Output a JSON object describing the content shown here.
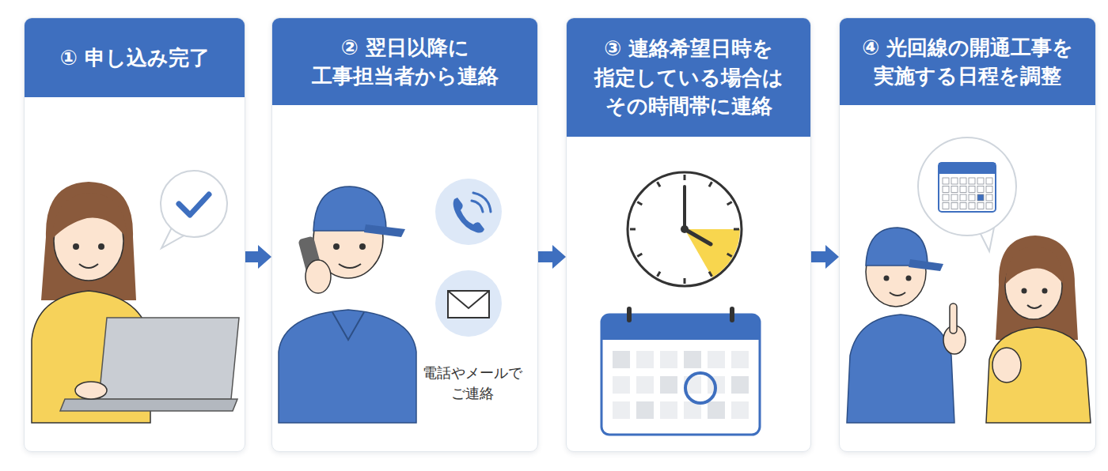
{
  "diagram": {
    "nodes": [
      {
        "text": [
          "① 申し込み完了"
        ]
      },
      {
        "text": [
          "② 翌日以降に 工事担当者から連絡",
          "電話やメールで ご連絡"
        ]
      },
      {
        "text": [
          "③ 連絡希望日時を 指定している場合は その時間帯に連絡"
        ]
      },
      {
        "text": [
          "④ 光回線の開通工事を 実施する日程を調整"
        ]
      }
    ],
    "edges": [
      {
        "from": 0,
        "to": 1,
        "arrow": "to"
      },
      {
        "from": 1,
        "to": 2,
        "arrow": "to"
      },
      {
        "from": 2,
        "to": 3,
        "arrow": "to"
      }
    ]
  }
}
